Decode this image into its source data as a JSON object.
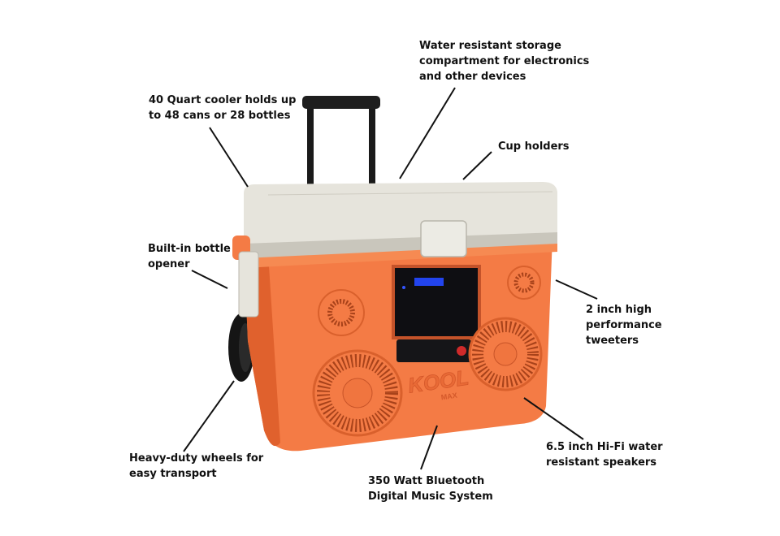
{
  "product": {
    "brand_mark": "KOOL",
    "brand_sub": "MAX",
    "colors": {
      "body": "#f47b45",
      "body_dark": "#e0612d",
      "lid": "#e6e4dc",
      "lid_shadow": "#c9c6bc",
      "handle": "#1a1a1a",
      "display": "#2244ee",
      "panel": "#0e0e12"
    }
  },
  "callouts": [
    {
      "id": "storage",
      "text": "Water resistant storage\ncompartment for electronics\nand other devices"
    },
    {
      "id": "capacity",
      "text": "40 Quart cooler holds up\nto 48 cans or 28 bottles"
    },
    {
      "id": "cup-holders",
      "text": "Cup holders"
    },
    {
      "id": "bottle-opener",
      "text": "Built-in bottle\nopener"
    },
    {
      "id": "tweeters",
      "text": "2 inch high\nperformance\ntweeters"
    },
    {
      "id": "wheels",
      "text": "Heavy-duty wheels for\neasy transport"
    },
    {
      "id": "music-system",
      "text": "350 Watt Bluetooth\nDigital Music System"
    },
    {
      "id": "speakers",
      "text": "6.5 inch Hi-Fi water\nresistant speakers"
    }
  ]
}
